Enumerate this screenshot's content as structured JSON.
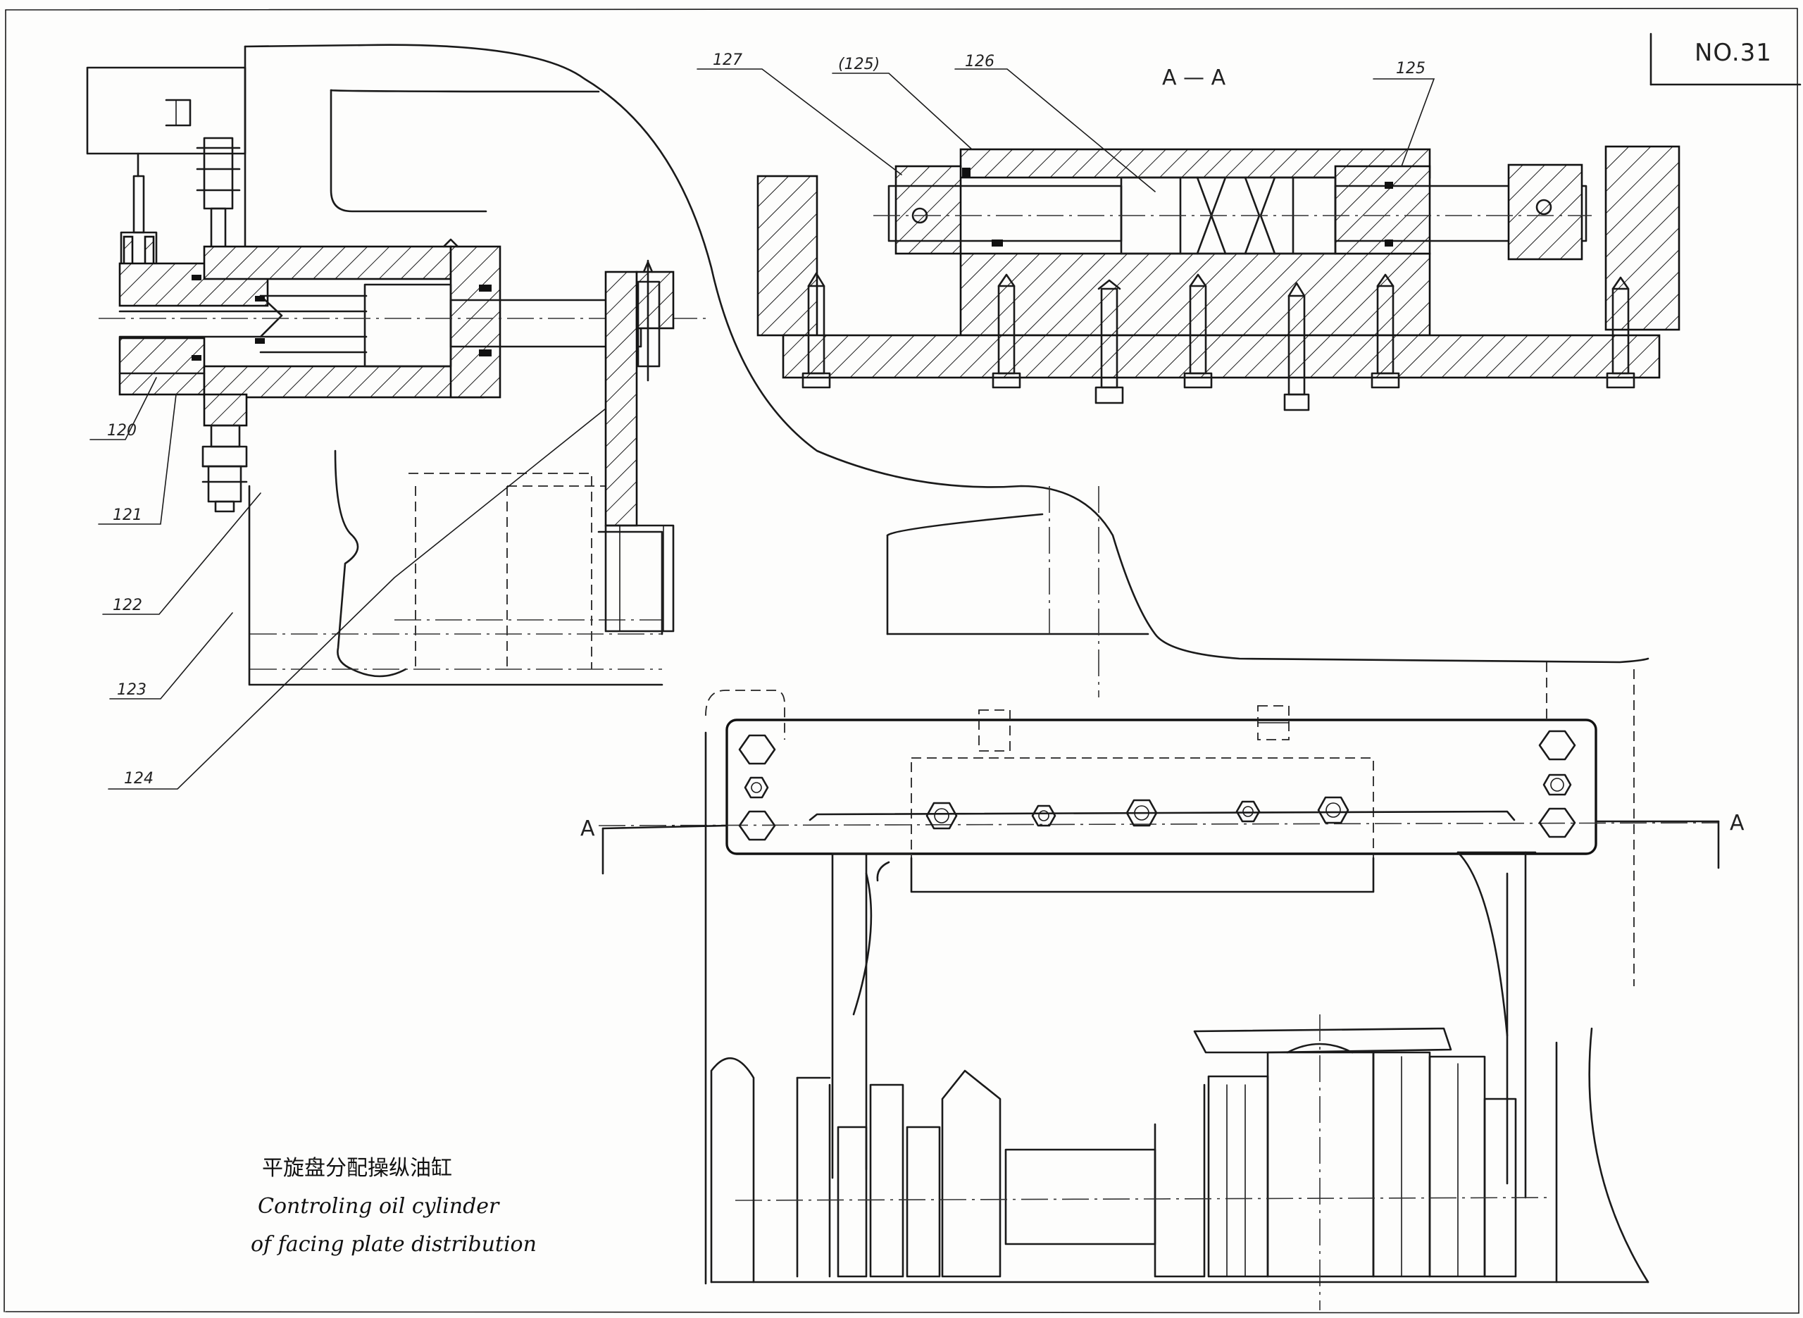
{
  "sheet": {
    "number": "NO.31",
    "section_view_label": "A — A",
    "section_marker_left": "A",
    "section_marker_right": "A"
  },
  "title_block": {
    "title_cn": "平旋盘分配操纵油缸",
    "title_en_line1": "Controling oil cylinder",
    "title_en_line2": "of facing plate distribution"
  },
  "part_refs": {
    "p120": "120",
    "p121": "121",
    "p122": "122",
    "p123": "123",
    "p124": "124",
    "p125": "125",
    "p125b": "(125)",
    "p126": "126",
    "p127": "127"
  },
  "colors": {
    "line": "#1a1a1a",
    "paper": "#fdfdfc"
  }
}
